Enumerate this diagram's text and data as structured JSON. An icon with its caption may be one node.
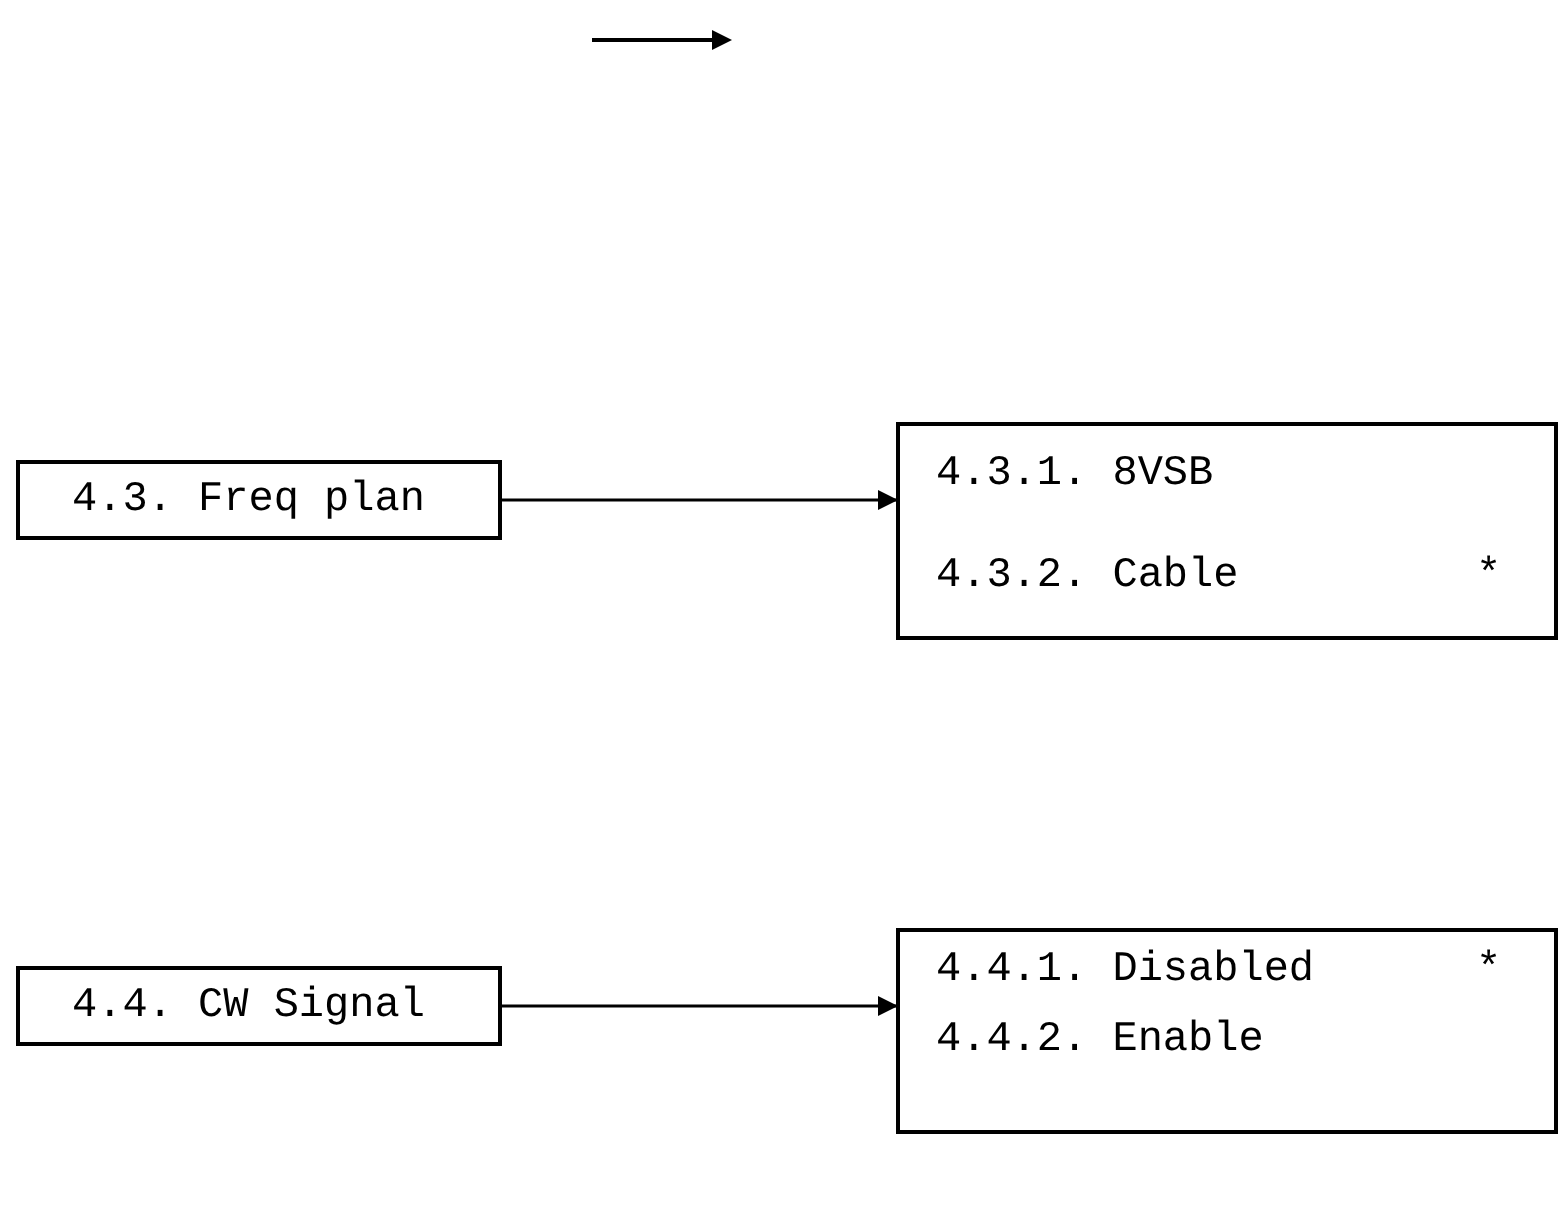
{
  "diagram": {
    "nodes": [
      {
        "text": [
          "4.3. Freq plan"
        ]
      },
      {
        "text": [
          "4.3.1. 8VSB",
          "4.3.2. Cable",
          "*"
        ]
      },
      {
        "text": [
          "4.4. CW Signal"
        ]
      },
      {
        "text": [
          "4.4.1. Disabled",
          "*",
          "4.4.2. Enable"
        ]
      }
    ],
    "edges": [
      {
        "from": 0,
        "to": 1,
        "arrow": "to"
      },
      {
        "from": 2,
        "to": 3,
        "arrow": "to"
      }
    ]
  }
}
